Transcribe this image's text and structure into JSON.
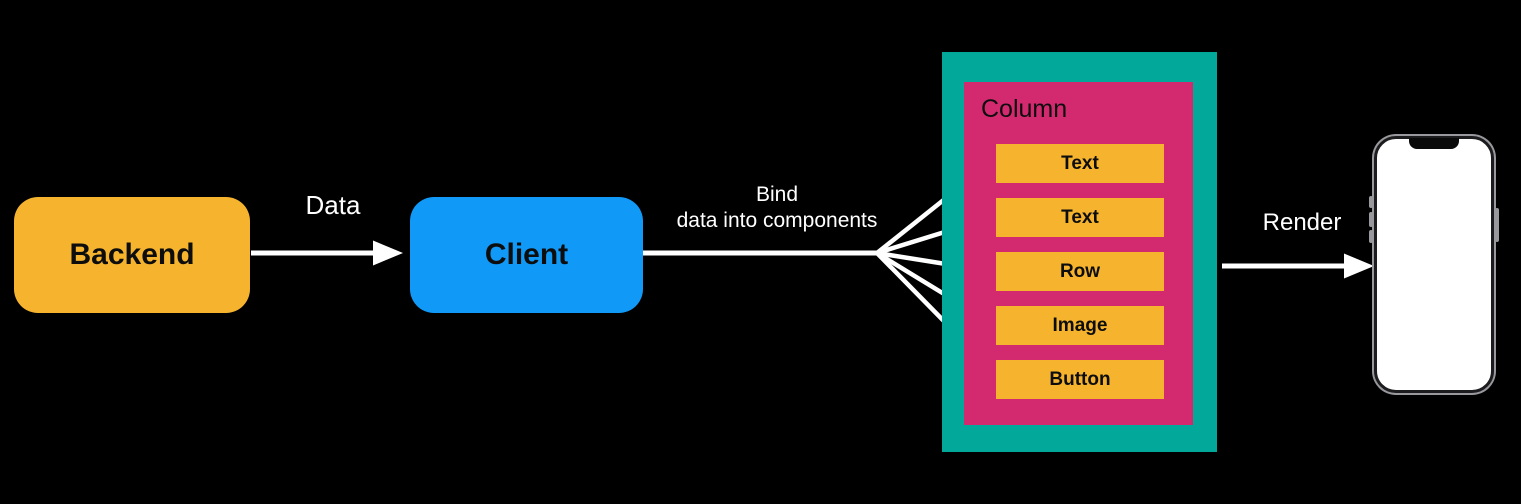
{
  "canvas": {
    "background": "#000000"
  },
  "colors": {
    "node_yellow": "#F6B42E",
    "node_blue": "#1199F7",
    "column_outer_teal": "#02A89A",
    "column_inner_magenta": "#D32A6F",
    "arrow_white": "#FFFFFF",
    "label_text_dark": "#0D0D0D",
    "edge_label_white": "#FFFFFF"
  },
  "nodes": {
    "backend": {
      "label": "Backend"
    },
    "client": {
      "label": "Client"
    },
    "column": {
      "label": "Column",
      "items": [
        {
          "label": "Text"
        },
        {
          "label": "Text"
        },
        {
          "label": "Row"
        },
        {
          "label": "Image"
        },
        {
          "label": "Button"
        }
      ]
    },
    "phone": {
      "description": "smartphone outline with notch, blank white screen"
    }
  },
  "edges": {
    "data": {
      "label": "Data",
      "from": "Backend",
      "to": "Client"
    },
    "bind": {
      "label_line1": "Bind",
      "label_line2": "data into components",
      "from": "Client",
      "to": "Column components (5 fan-out arrows)"
    },
    "render": {
      "label": "Render",
      "from": "Column",
      "to": "Phone"
    }
  }
}
